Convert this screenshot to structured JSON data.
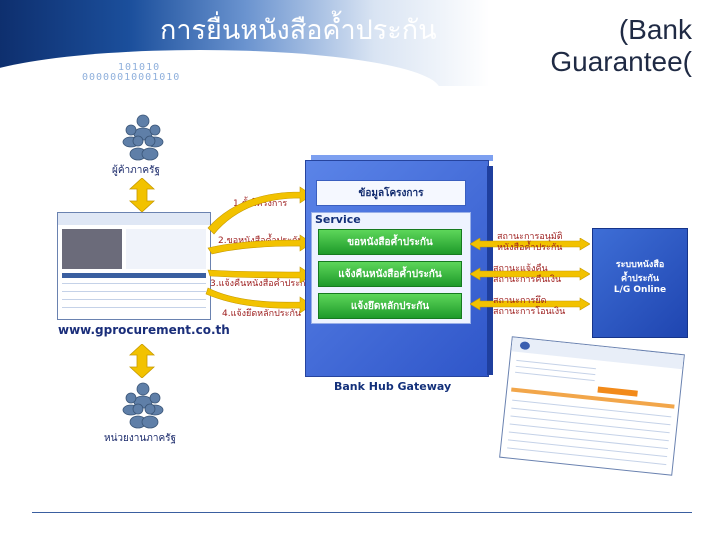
{
  "header": {
    "title_thai": "การยื่นหนังสือค้ำประกัน",
    "title_en": "(Bank\nGuarantee(",
    "binary_1": "101010",
    "binary_2": "00000010001010"
  },
  "actors": {
    "top": "ผู้ค้าภาครัฐ",
    "bottom": "หน่วยงานภาครัฐ"
  },
  "website": "www.gprocurement.co.th",
  "left_steps": [
    "1.ตั้งโครงการ",
    "2.ขอหนังสือค้ำประกัน",
    "3.แจ้งคืนหนังสือค้ำประกัน",
    "4.แจ้งยึดหลักประกัน"
  ],
  "gateway": {
    "project_box": "ข้อมูลโครงการ",
    "service_label": "Service",
    "services": [
      "ขอหนังสือค้ำประกัน",
      "แจ้งคืนหนังสือค้ำประกัน",
      "แจ้งยึดหลักประกัน"
    ],
    "footer": "Bank Hub Gateway"
  },
  "right_status": [
    [
      "สถานะการอนุมัติ",
      "หนังสือค้ำประกัน"
    ],
    [
      "สถานะแจ้งคืน",
      "สถานะการคืนเงิน"
    ],
    [
      "สถานะการยึด",
      "สถานะการโอนเงิน"
    ]
  ],
  "lg_system": {
    "line1": "ระบบหนังสือ",
    "line2": "ค้ำประกัน",
    "line3": "L/G Online"
  },
  "colors": {
    "gateway_blue": "#2f56c9",
    "service_green": "#1e9a2a",
    "arrow_yellow": "#f2c200",
    "title_dark": "#1f2a44"
  }
}
